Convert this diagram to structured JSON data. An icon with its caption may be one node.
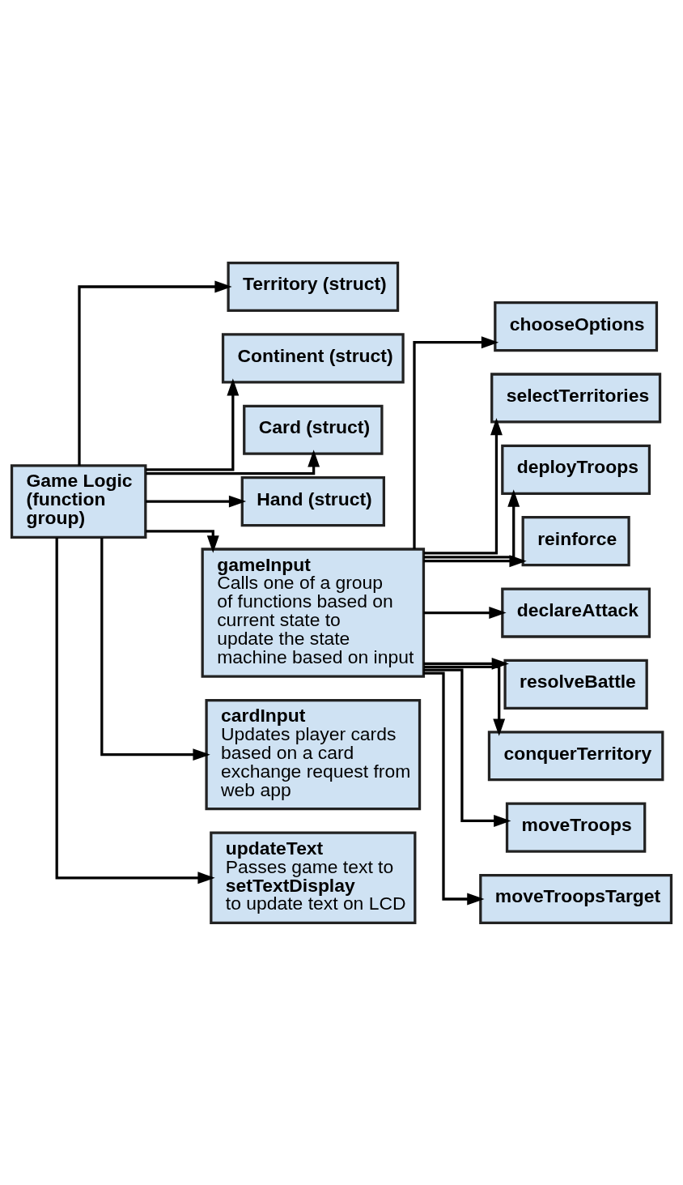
{
  "diagram": {
    "nodes": [
      {
        "text": [
          "Game Logic (function group)"
        ]
      },
      {
        "text": [
          "Territory (struct)"
        ]
      },
      {
        "text": [
          "Continent (struct)"
        ]
      },
      {
        "text": [
          "Card (struct)"
        ]
      },
      {
        "text": [
          "Hand (struct)"
        ]
      },
      {
        "text": [
          "gameInput",
          "Calls one of a group of functions based on current state to update the state machine based on input"
        ]
      },
      {
        "text": [
          "cardInput",
          "Updates player cards based on a card exchange request from web app"
        ]
      },
      {
        "text": [
          "updateText",
          "Passes game text to **setTextDisplay** to update text on LCD"
        ]
      },
      {
        "text": [
          "chooseOptions"
        ]
      },
      {
        "text": [
          "selectTerritories"
        ]
      },
      {
        "text": [
          "deployTroops"
        ]
      },
      {
        "text": [
          "reinforce"
        ]
      },
      {
        "text": [
          "declareAttack"
        ]
      },
      {
        "text": [
          "resolveBattle"
        ]
      },
      {
        "text": [
          "conquerTerritory"
        ]
      },
      {
        "text": [
          "moveTroops"
        ]
      },
      {
        "text": [
          "moveTroopsTarget"
        ]
      }
    ],
    "edges": [
      {
        "from": 0,
        "to": 1,
        "arrow": "to"
      },
      {
        "from": 0,
        "to": 2,
        "arrow": "to"
      },
      {
        "from": 0,
        "to": 5,
        "arrow": "to"
      },
      {
        "from": 0,
        "to": 3,
        "arrow": "to"
      },
      {
        "from": 0,
        "to": 4,
        "arrow": "to"
      },
      {
        "from": 0,
        "to": 6,
        "arrow": "to"
      },
      {
        "from": 0,
        "to": 7,
        "arrow": "to"
      },
      {
        "from": 5,
        "to": 8,
        "arrow": "to"
      },
      {
        "from": 5,
        "to": 9,
        "arrow": "to"
      },
      {
        "from": 5,
        "to": 10,
        "arrow": "to"
      },
      {
        "from": 5,
        "to": 11,
        "arrow": "to"
      },
      {
        "from": 5,
        "to": 12,
        "arrow": "to"
      },
      {
        "from": 5,
        "to": 13,
        "arrow": "to"
      },
      {
        "from": 5,
        "to": 14,
        "arrow": "to"
      },
      {
        "from": 5,
        "to": 15,
        "arrow": "to"
      },
      {
        "from": 5,
        "to": 16,
        "arrow": "to"
      }
    ]
  }
}
